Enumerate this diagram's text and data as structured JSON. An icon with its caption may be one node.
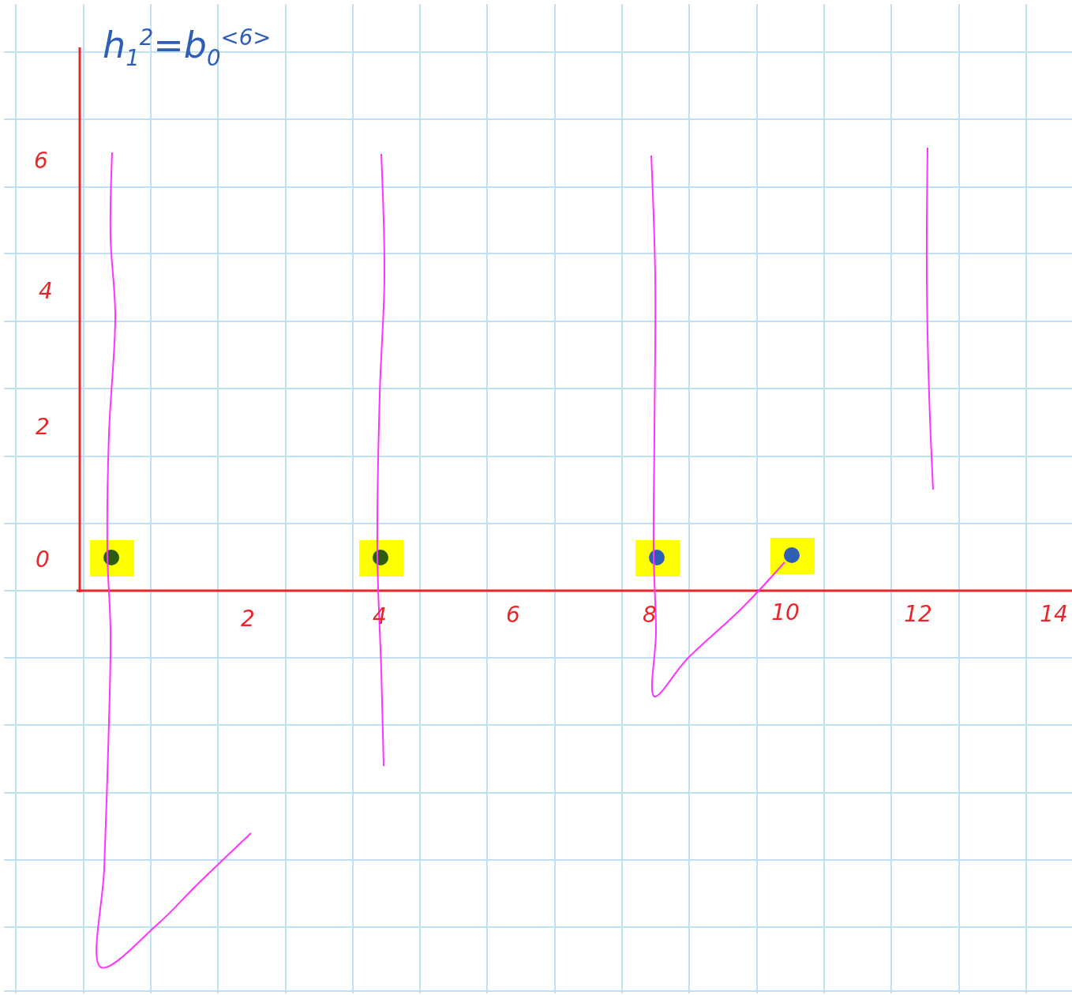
{
  "diagram": {
    "title": "h$_{1}$$^{2}$=b$_{0}$$^{<6>}$",
    "labels": [
      "6",
      "4",
      "2",
      "0",
      "2",
      "4",
      "6",
      "8",
      "10",
      "12",
      "14"
    ]
  }
}
